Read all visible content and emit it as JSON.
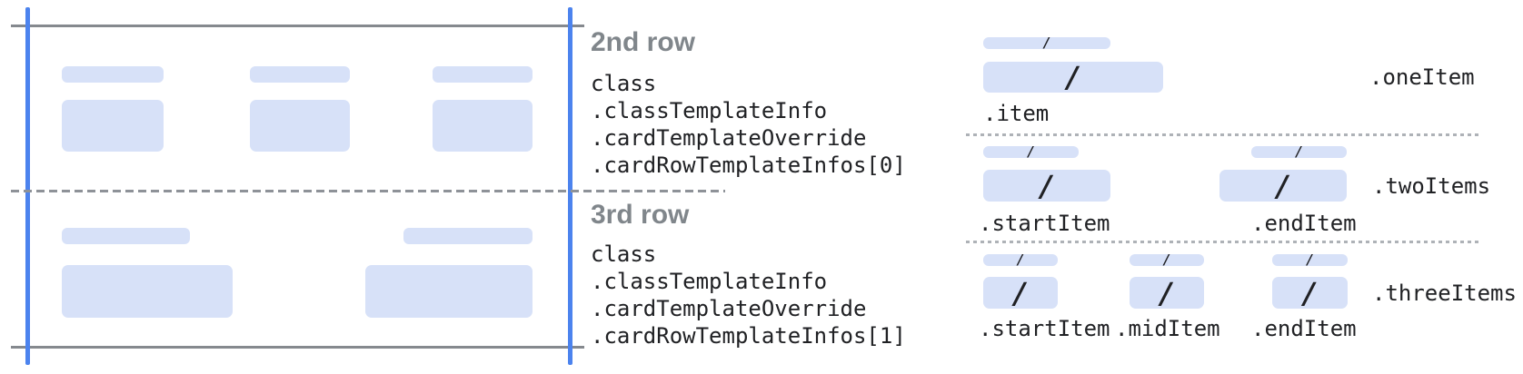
{
  "colors": {
    "accent_blue_line": "#4c83ee",
    "placeholder_block_fill": "#d7e1f8",
    "card_edge_gray": "#85898e",
    "row_divider_dash_gray": "#8e9298",
    "section_separator_dot_gray": "#aeb2b7",
    "heading_gray": "#80868b",
    "code_text": "#202124"
  },
  "rows": [
    {
      "heading": "2nd row",
      "path_lines": [
        "class",
        ".classTemplateInfo",
        ".cardTemplateOverride",
        ".cardRowTemplateInfos[0]"
      ]
    },
    {
      "heading": "3rd row",
      "path_lines": [
        "class",
        ".classTemplateInfo",
        ".cardTemplateOverride",
        ".cardRowTemplateInfos[1]"
      ]
    }
  ],
  "items_diagram": {
    "slash": "/",
    "sections": [
      {
        "name": ".oneItem",
        "items": [
          {
            "label": ".item"
          }
        ]
      },
      {
        "name": ".twoItems",
        "items": [
          {
            "label": ".startItem"
          },
          {
            "label": ".endItem"
          }
        ]
      },
      {
        "name": ".threeItems",
        "items": [
          {
            "label": ".startItem"
          },
          {
            "label": ".midItem"
          },
          {
            "label": ".endItem"
          }
        ]
      }
    ]
  }
}
